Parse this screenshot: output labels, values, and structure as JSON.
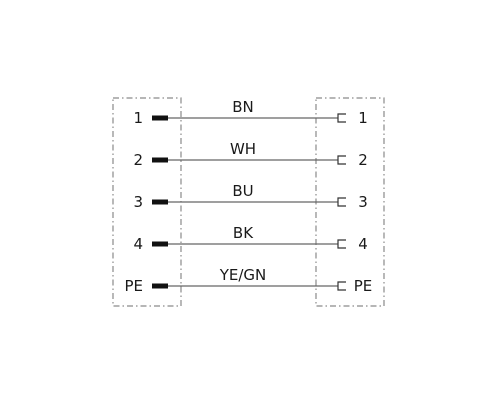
{
  "diagram": {
    "connections": [
      {
        "left_pin": "1",
        "wire": "BN",
        "right_pin": "1"
      },
      {
        "left_pin": "2",
        "wire": "WH",
        "right_pin": "2"
      },
      {
        "left_pin": "3",
        "wire": "BU",
        "right_pin": "3"
      },
      {
        "left_pin": "4",
        "wire": "BK",
        "right_pin": "4"
      },
      {
        "left_pin": "PE",
        "wire": "YE/GN",
        "right_pin": "PE"
      }
    ]
  }
}
